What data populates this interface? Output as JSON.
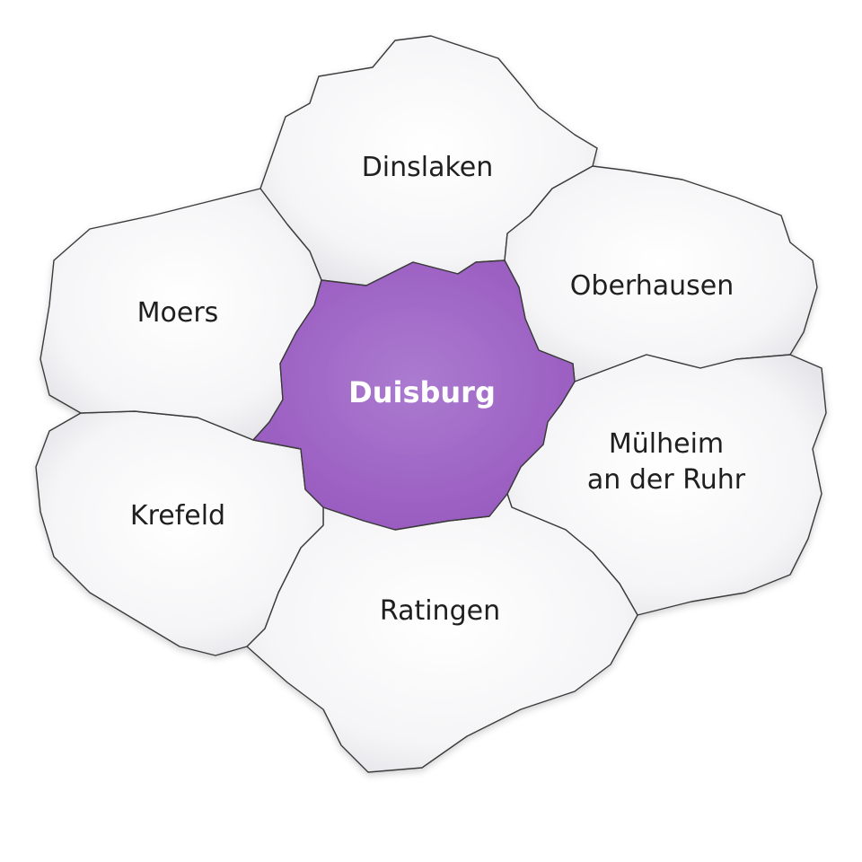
{
  "map": {
    "colors": {
      "center_fill": "#a06ac4",
      "neighbor_fill": "#f4f4f6",
      "border": "#3a3a3a",
      "center_label": "#ffffff",
      "neighbor_label": "#1f1f1f"
    },
    "center": {
      "name": "Duisburg"
    },
    "neighbors": [
      {
        "name": "Dinslaken"
      },
      {
        "name": "Oberhausen"
      },
      {
        "name": "Mülheim",
        "name_line2": "an der Ruhr"
      },
      {
        "name": "Ratingen"
      },
      {
        "name": "Krefeld"
      },
      {
        "name": "Moers"
      }
    ]
  }
}
